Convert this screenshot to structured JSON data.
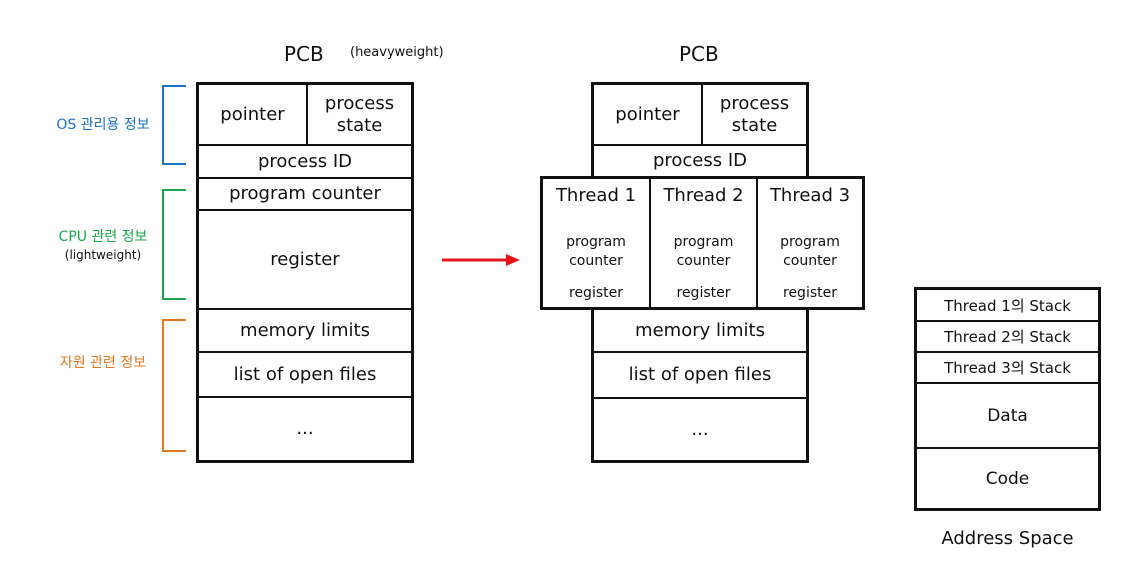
{
  "left_pcb": {
    "title": "PCB",
    "subtitle": "(heavyweight)",
    "pointer": "pointer",
    "process_state": "process\nstate",
    "process_id": "process ID",
    "program_counter": "program counter",
    "register": "register",
    "memory_limits": "memory limits",
    "open_files": "list of open files",
    "ellipsis": "..."
  },
  "braces": {
    "os": {
      "label": "OS 관리용 정보",
      "color": "#1a73c8"
    },
    "cpu": {
      "label": "CPU 관련 정보",
      "sub": "(lightweight)",
      "color": "#1aa84a"
    },
    "resource": {
      "label": "자원 관련 정보",
      "color": "#e07820"
    }
  },
  "arrow": {
    "color": "#e8141c"
  },
  "right_pcb": {
    "title": "PCB",
    "pointer": "pointer",
    "process_state": "process\nstate",
    "process_id": "process ID",
    "threads": [
      {
        "title": "Thread 1",
        "pc": "program\ncounter",
        "reg": "register"
      },
      {
        "title": "Thread 2",
        "pc": "program\ncounter",
        "reg": "register"
      },
      {
        "title": "Thread 3",
        "pc": "program\ncounter",
        "reg": "register"
      }
    ],
    "memory_limits": "memory limits",
    "open_files": "list of open files",
    "ellipsis": "..."
  },
  "address_space": {
    "title": "Address Space",
    "stack1": "Thread 1의 Stack",
    "stack2": "Thread 2의 Stack",
    "stack3": "Thread 3의 Stack",
    "data": "Data",
    "code": "Code"
  }
}
